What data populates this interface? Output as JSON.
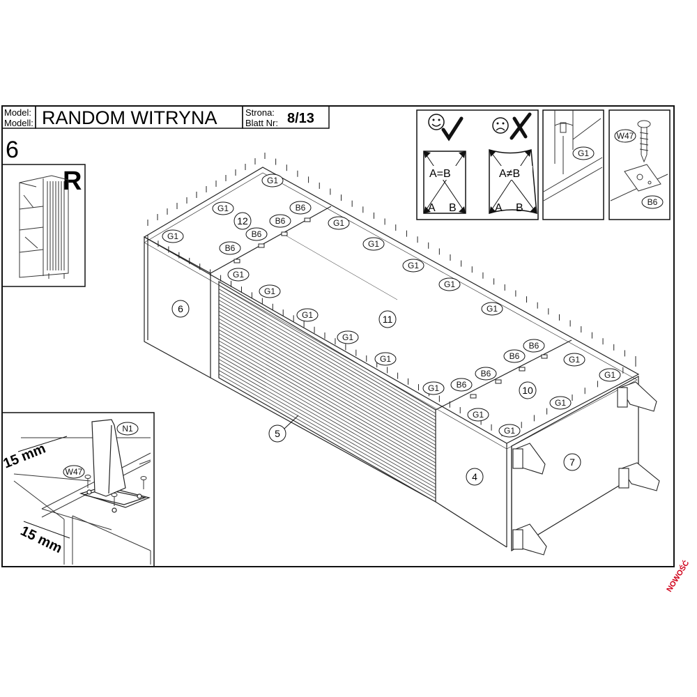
{
  "header": {
    "model_label_1": "Model:",
    "model_label_2": "Modell:",
    "model_name": "RANDOM WITRYNA",
    "page_label_1": "Strona:",
    "page_label_2": "Blatt Nr:",
    "page_number": "8/13"
  },
  "step_number": "6",
  "series_mark": "R",
  "legend": {
    "ok_formula": "A=B",
    "bad_formula": "A≠B",
    "corner_a": "A",
    "corner_b": "B",
    "dowel_label": "G1",
    "screw_label": "W47",
    "connector_label": "B6"
  },
  "detail": {
    "foot_label": "N1",
    "screw_label": "W47",
    "dim_top": "15 mm",
    "dim_bottom": "15 mm"
  },
  "parts": {
    "p4": "4",
    "p5": "5",
    "p6": "6",
    "p7": "7",
    "p10": "10",
    "p11": "11",
    "p12": "12"
  },
  "hardware": {
    "dowel": "G1",
    "connector": "B6"
  },
  "corner_stamp": "NOWOŚĆ"
}
